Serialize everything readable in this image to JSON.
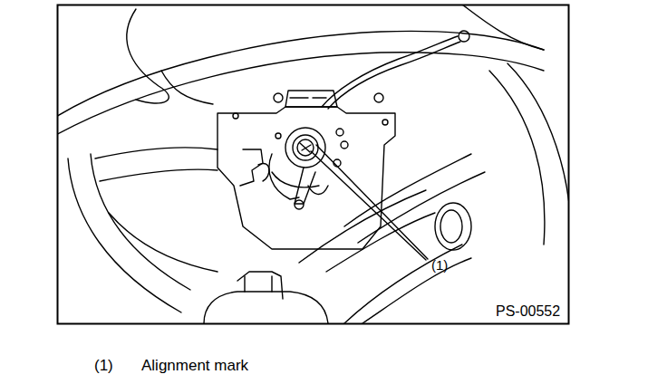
{
  "diagram": {
    "labels": [
      "(1)",
      "PS-00552",
      "(1)",
      "Alignment mark"
    ]
  }
}
